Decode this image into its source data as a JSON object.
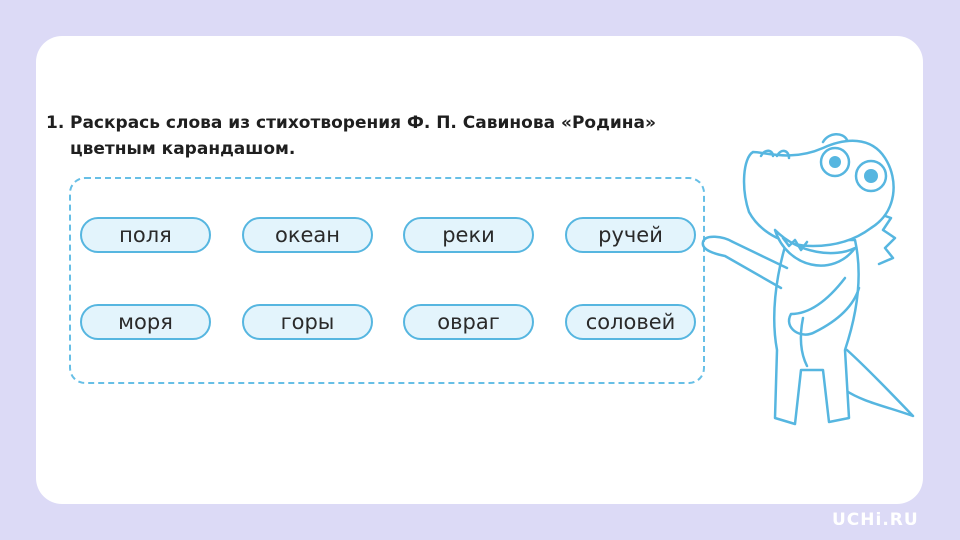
{
  "task": {
    "number": "1.",
    "text": "Раскрась слова из стихотворения Ф. П. Савинова «Родина» цветным карандашом."
  },
  "words": [
    "поля",
    "океан",
    "реки",
    "ручей",
    "моря",
    "горы",
    "овраг",
    "соловей"
  ],
  "logo": "UCHi.RU",
  "colors": {
    "background": "#dcdaf6",
    "card": "#ffffff",
    "accent_blue": "#56b6e0",
    "chip_fill": "#e3f4fc"
  },
  "mascot": {
    "icon": "dinosaur-mascot-icon"
  }
}
